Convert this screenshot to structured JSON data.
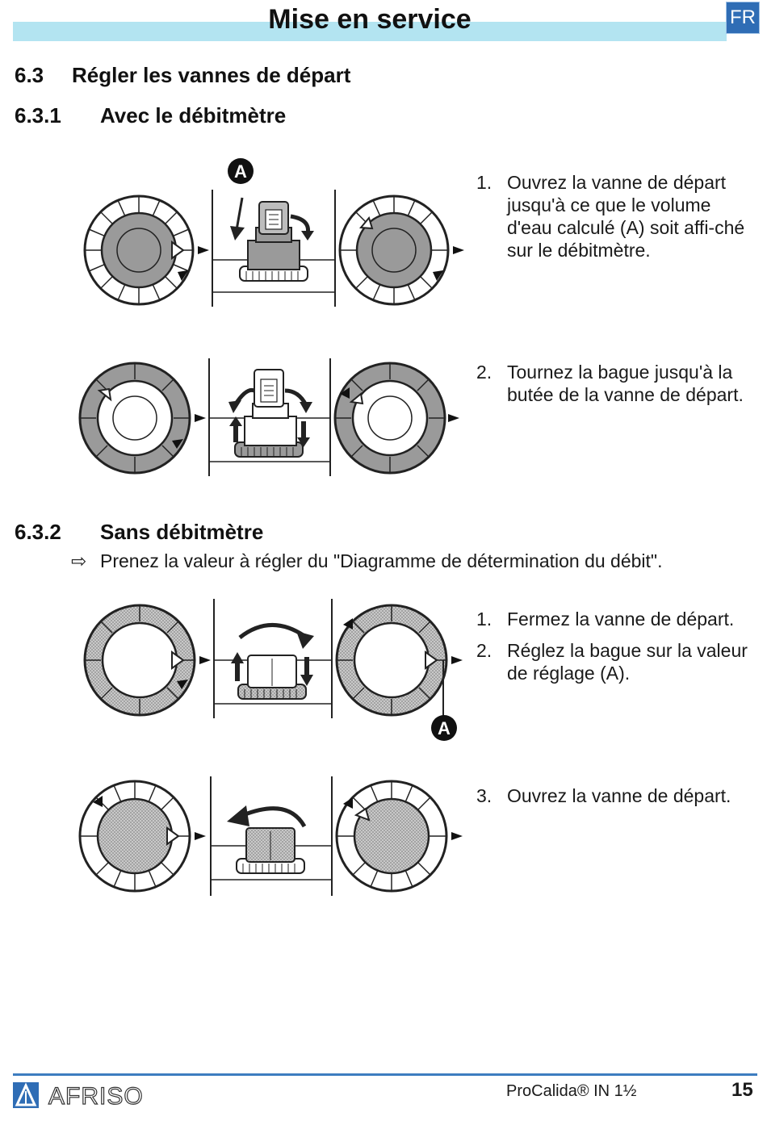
{
  "header": {
    "title": "Mise en service",
    "lang": "FR"
  },
  "section": {
    "number": "6.3",
    "title": "Régler les vannes de départ"
  },
  "subsection1": {
    "number": "6.3.1",
    "title": "Avec le débitmètre",
    "steps": [
      {
        "num": "1.",
        "text": "Ouvrez la vanne de départ jusqu'à ce que le volume d'eau calculé (A) soit affi-ché sur le débitmètre."
      },
      {
        "num": "2.",
        "text": "Tournez la bague jusqu'à la butée de la vanne de départ."
      }
    ],
    "fig_label": "A"
  },
  "subsection2": {
    "number": "6.3.2",
    "title": "Sans débitmètre",
    "note": "Prenez la valeur à régler du \"Diagramme de détermination du débit\".",
    "steps": [
      {
        "num": "1.",
        "text": "Fermez la vanne de départ."
      },
      {
        "num": "2.",
        "text": "Réglez la bague sur la valeur de réglage (A)."
      },
      {
        "num": "3.",
        "text": "Ouvrez la vanne de départ."
      }
    ],
    "fig_label": "A"
  },
  "footer": {
    "brand": "AFRISO",
    "product": "ProCalida® IN 1½",
    "page": "15"
  },
  "colors": {
    "header_band": "#b3e4f1",
    "lang_badge": "#2f6db5",
    "footer_rule": "#3d7dc0",
    "dial_grey": "#9a9a9a"
  }
}
